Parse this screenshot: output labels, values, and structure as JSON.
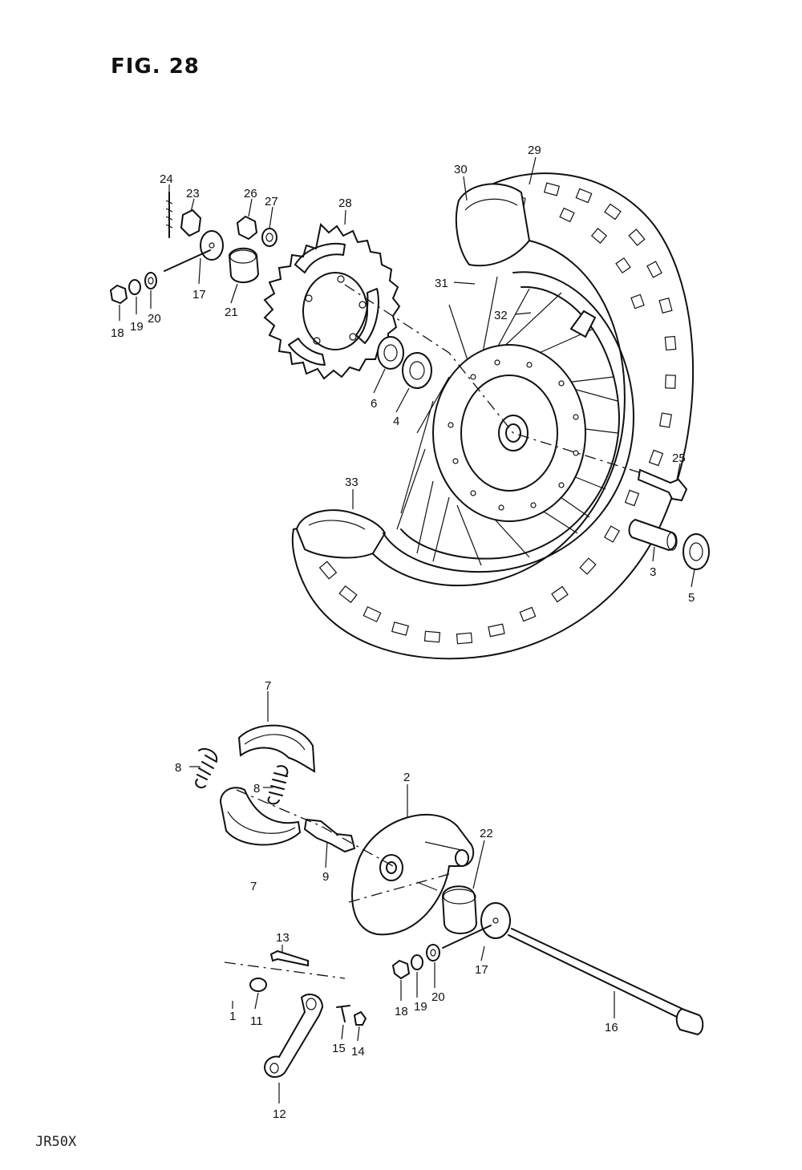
{
  "figure": {
    "title": "FIG. 28",
    "model": "JR50X"
  },
  "callouts": {
    "n1": "1",
    "n2": "2",
    "n3": "3",
    "n4": "4",
    "n5": "5",
    "n6": "6",
    "n7a": "7",
    "n7b": "7",
    "n8a": "8",
    "n8b": "8",
    "n9": "9",
    "n11": "11",
    "n12": "12",
    "n13": "13",
    "n14": "14",
    "n15": "15",
    "n16": "16",
    "n17a": "17",
    "n17b": "17",
    "n18a": "18",
    "n18b": "18",
    "n19a": "19",
    "n19b": "19",
    "n20a": "20",
    "n20b": "20",
    "n21": "21",
    "n22": "22",
    "n23": "23",
    "n24": "24",
    "n25": "25",
    "n26": "26",
    "n27": "27",
    "n28": "28",
    "n29": "29",
    "n30": "30",
    "n31": "31",
    "n32": "32",
    "n33": "33"
  }
}
